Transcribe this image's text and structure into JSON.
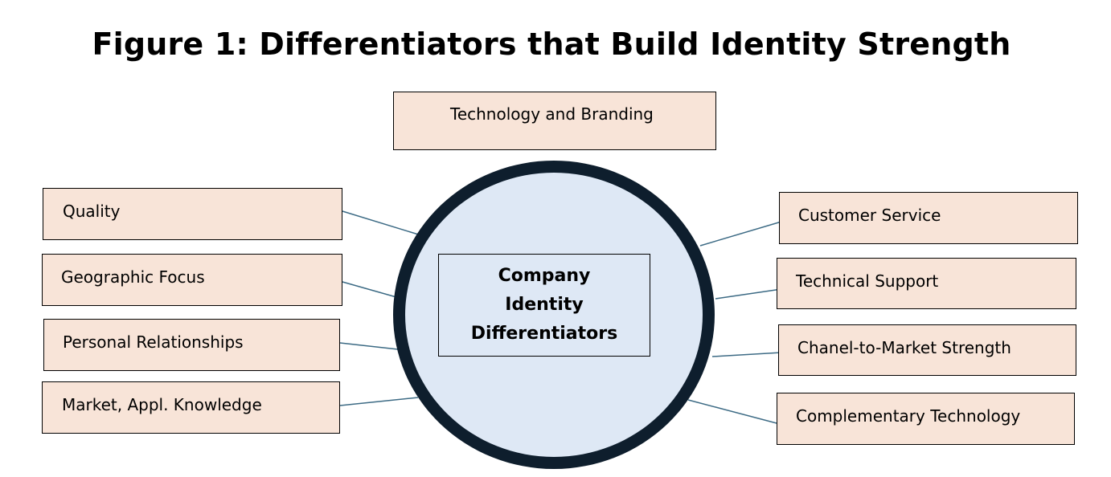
{
  "title": "Figure 1: Differentiators that Build Identity Strength",
  "center": {
    "label": "Company\nIdentity\nDifferentiators"
  },
  "top": {
    "label": "Technology and Branding"
  },
  "left": [
    {
      "label": "Quality"
    },
    {
      "label": "Geographic Focus"
    },
    {
      "label": "Personal Relationships"
    },
    {
      "label": "Market, Appl. Knowledge"
    }
  ],
  "right": [
    {
      "label": "Customer Service"
    },
    {
      "label": "Technical Support"
    },
    {
      "label": "Chanel-to-Market Strength"
    },
    {
      "label": "Complementary Technology"
    }
  ],
  "colors": {
    "box_fill": "#f8e4d8",
    "circle_fill": "#dee8f5",
    "circle_ring": "#0e1e2d",
    "connector": "#3d6b85"
  }
}
